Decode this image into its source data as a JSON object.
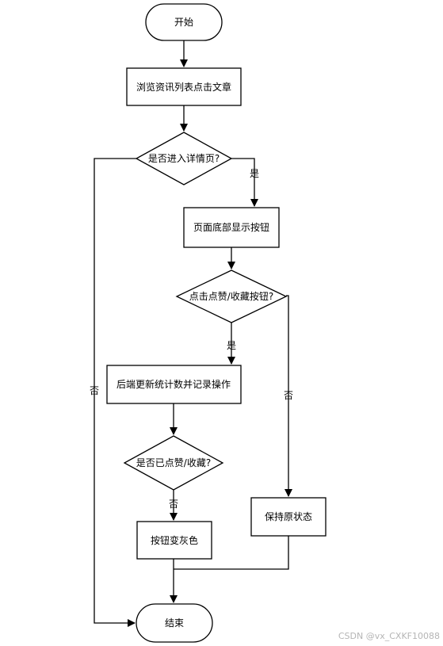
{
  "nodes": {
    "start": "开始",
    "browse": "浏览资讯列表点击文章",
    "decision_detail": "是否进入详情页?",
    "show_buttons": "页面底部显示按钮",
    "decision_click": "点击点赞/收藏按钮?",
    "backend": "后端更新统计数并记录操作",
    "decision_done": "是否已点赞/收藏?",
    "gray": "按钮变灰色",
    "keep": "保持原状态",
    "end": "结束"
  },
  "edge_labels": {
    "detail_yes": "是",
    "detail_no": "否",
    "click_yes": "是",
    "click_no": "否",
    "done_no": "否"
  },
  "watermark": "CSDN @vx_CXKF10088",
  "colors": {
    "stroke": "#000000",
    "background": "#ffffff",
    "watermark": "#b5b5b5"
  }
}
